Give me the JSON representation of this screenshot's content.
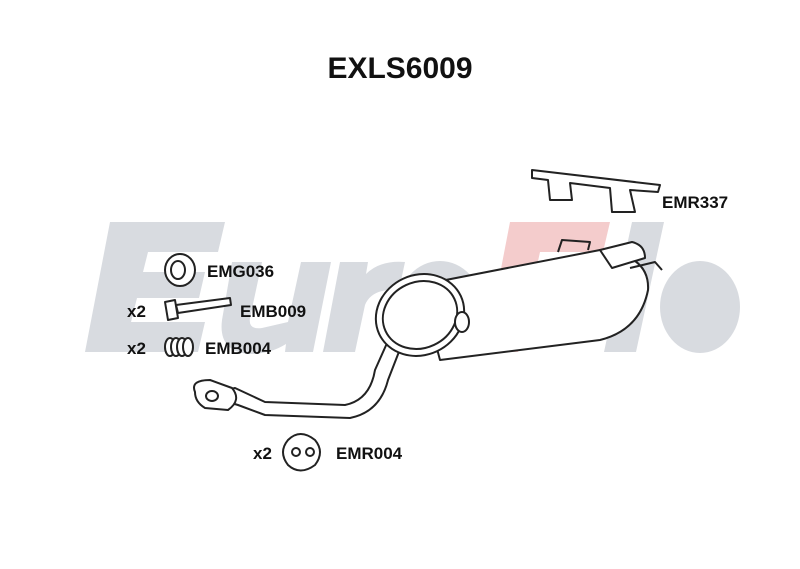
{
  "title": "EXLS6009",
  "watermark": "EuroFlo",
  "colors": {
    "watermark_gray": "#d4d7dc",
    "watermark_red": "#f3c9c9",
    "line": "#222222"
  },
  "parts": [
    {
      "code": "EMR337",
      "qty": ""
    },
    {
      "code": "EMG036",
      "qty": ""
    },
    {
      "code": "EMB009",
      "qty": "x2"
    },
    {
      "code": "EMB004",
      "qty": "x2"
    },
    {
      "code": "EMR004",
      "qty": "x2"
    }
  ]
}
